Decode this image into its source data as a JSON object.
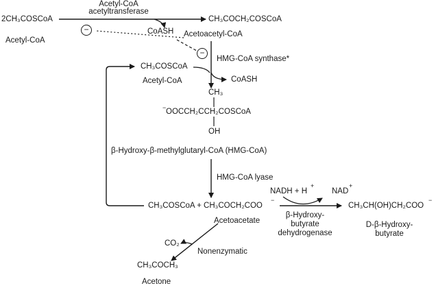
{
  "reaction1": {
    "substrate": "2CH₃COSCoA",
    "substrate_name": "Acetyl-CoA",
    "enzyme_line1": "Acetyl-CoA",
    "enzyme_line2": "acetyltransferase",
    "coash_out": "CoASH",
    "product": "CH₃COCH₂COSCoA",
    "product_name": "Acetoacetyl-CoA"
  },
  "inhibition": {
    "symbol": "−"
  },
  "reaction2": {
    "acetyl_in": "CH₃COSCoA",
    "acetyl_in_name": "Acetyl-CoA",
    "enzyme": "HMG-CoA synthase*",
    "coash_out": "CoASH"
  },
  "hmg": {
    "methyl": "CH₃",
    "main_prefix": "−",
    "main": "OOCCH₂CCH₂COSCoA",
    "oh": "OH",
    "name": "β-Hydroxy-β-methylglutaryl-CoA (HMG-CoA)"
  },
  "reaction3": {
    "enzyme": "HMG-CoA lyase",
    "products": "CH₃COSCoA + CH₃COCH₂COO",
    "products_charge": "−",
    "acetoacetate_name": "Acetoacetate"
  },
  "reaction4": {
    "cofactor_in": "NADH + H",
    "cofactor_in_charge": "+",
    "cofactor_out": "NAD",
    "cofactor_out_charge": "+",
    "enzyme_line1": "β-Hydroxy-",
    "enzyme_line2": "butyrate",
    "enzyme_line3": "dehydrogenase",
    "product": "CH₃CH(OH)CH₂COO",
    "product_charge": "−",
    "product_name_line1": "D-β-Hydroxy-",
    "product_name_line2": "butyrate"
  },
  "reaction5": {
    "co2": "CO₂",
    "label": "Nonenzymatic",
    "product": "CH₃COCH₃",
    "product_name": "Acetone"
  }
}
